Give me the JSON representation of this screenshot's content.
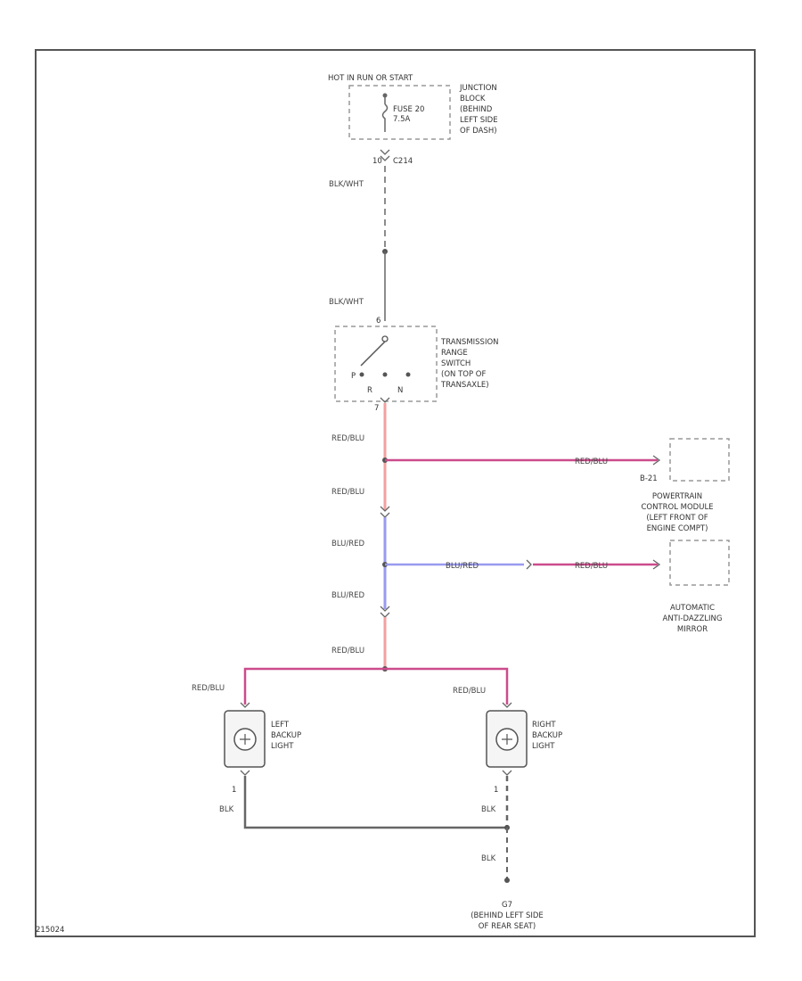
{
  "colors": {
    "frame": "#555555",
    "wire_black": "#666666",
    "wire_red": "#f3a0a0",
    "wire_blue": "#9a9af0",
    "wire_pink": "#cc4b8c",
    "dashed_box": "#999999",
    "text": "#333333"
  },
  "fuse_block": {
    "power_label": "HOT IN RUN OR START",
    "fuse_label_1": "FUSE 20",
    "fuse_label_2": "7.5A",
    "location_lines": [
      "JUNCTION",
      "BLOCK",
      "(BEHIND",
      "LEFT SIDE",
      "OF DASH)"
    ]
  },
  "connector_c214": {
    "pin": "10",
    "name": "C214"
  },
  "wires": {
    "blk_wht_1": "BLK/WHT",
    "blk_wht_2": "BLK/WHT",
    "red_blu_1": "RED/BLU",
    "red_blu_2": "RED/BLU",
    "red_blu_pcm": "RED/BLU",
    "blu_red_1": "BLU/RED",
    "blu_red_2": "BLU/RED",
    "blu_red_h": "BLU/RED",
    "red_blu_mirror": "RED/BLU",
    "red_blu_3": "RED/BLU",
    "red_blu_left": "RED/BLU",
    "red_blu_right": "RED/BLU",
    "blk_left": "BLK",
    "blk_right": "BLK",
    "blk_ground": "BLK"
  },
  "trs": {
    "lines": [
      "TRANSMISSION",
      "RANGE",
      "SWITCH",
      "(ON TOP OF",
      "TRANSAXLE)"
    ],
    "pos_p": "P",
    "pos_r": "R",
    "pos_n": "N",
    "pin_top": "6",
    "pin_bottom": "7"
  },
  "pcm": {
    "pin": "B-21",
    "lines": [
      "POWERTRAIN",
      "CONTROL MODULE",
      "(LEFT FRONT OF",
      "ENGINE COMPT)"
    ]
  },
  "mirror": {
    "lines": [
      "AUTOMATIC",
      "ANTI-DAZZLING",
      "MIRROR"
    ]
  },
  "left_light": {
    "lines": [
      "LEFT",
      "BACKUP",
      "LIGHT"
    ],
    "pin_bottom": "1"
  },
  "right_light": {
    "lines": [
      "RIGHT",
      "BACKUP",
      "LIGHT"
    ],
    "pin_bottom": "1"
  },
  "ground": {
    "name": "G7",
    "lines": [
      "(BEHIND LEFT SIDE",
      "OF REAR SEAT)"
    ]
  },
  "figure_id": "215024"
}
